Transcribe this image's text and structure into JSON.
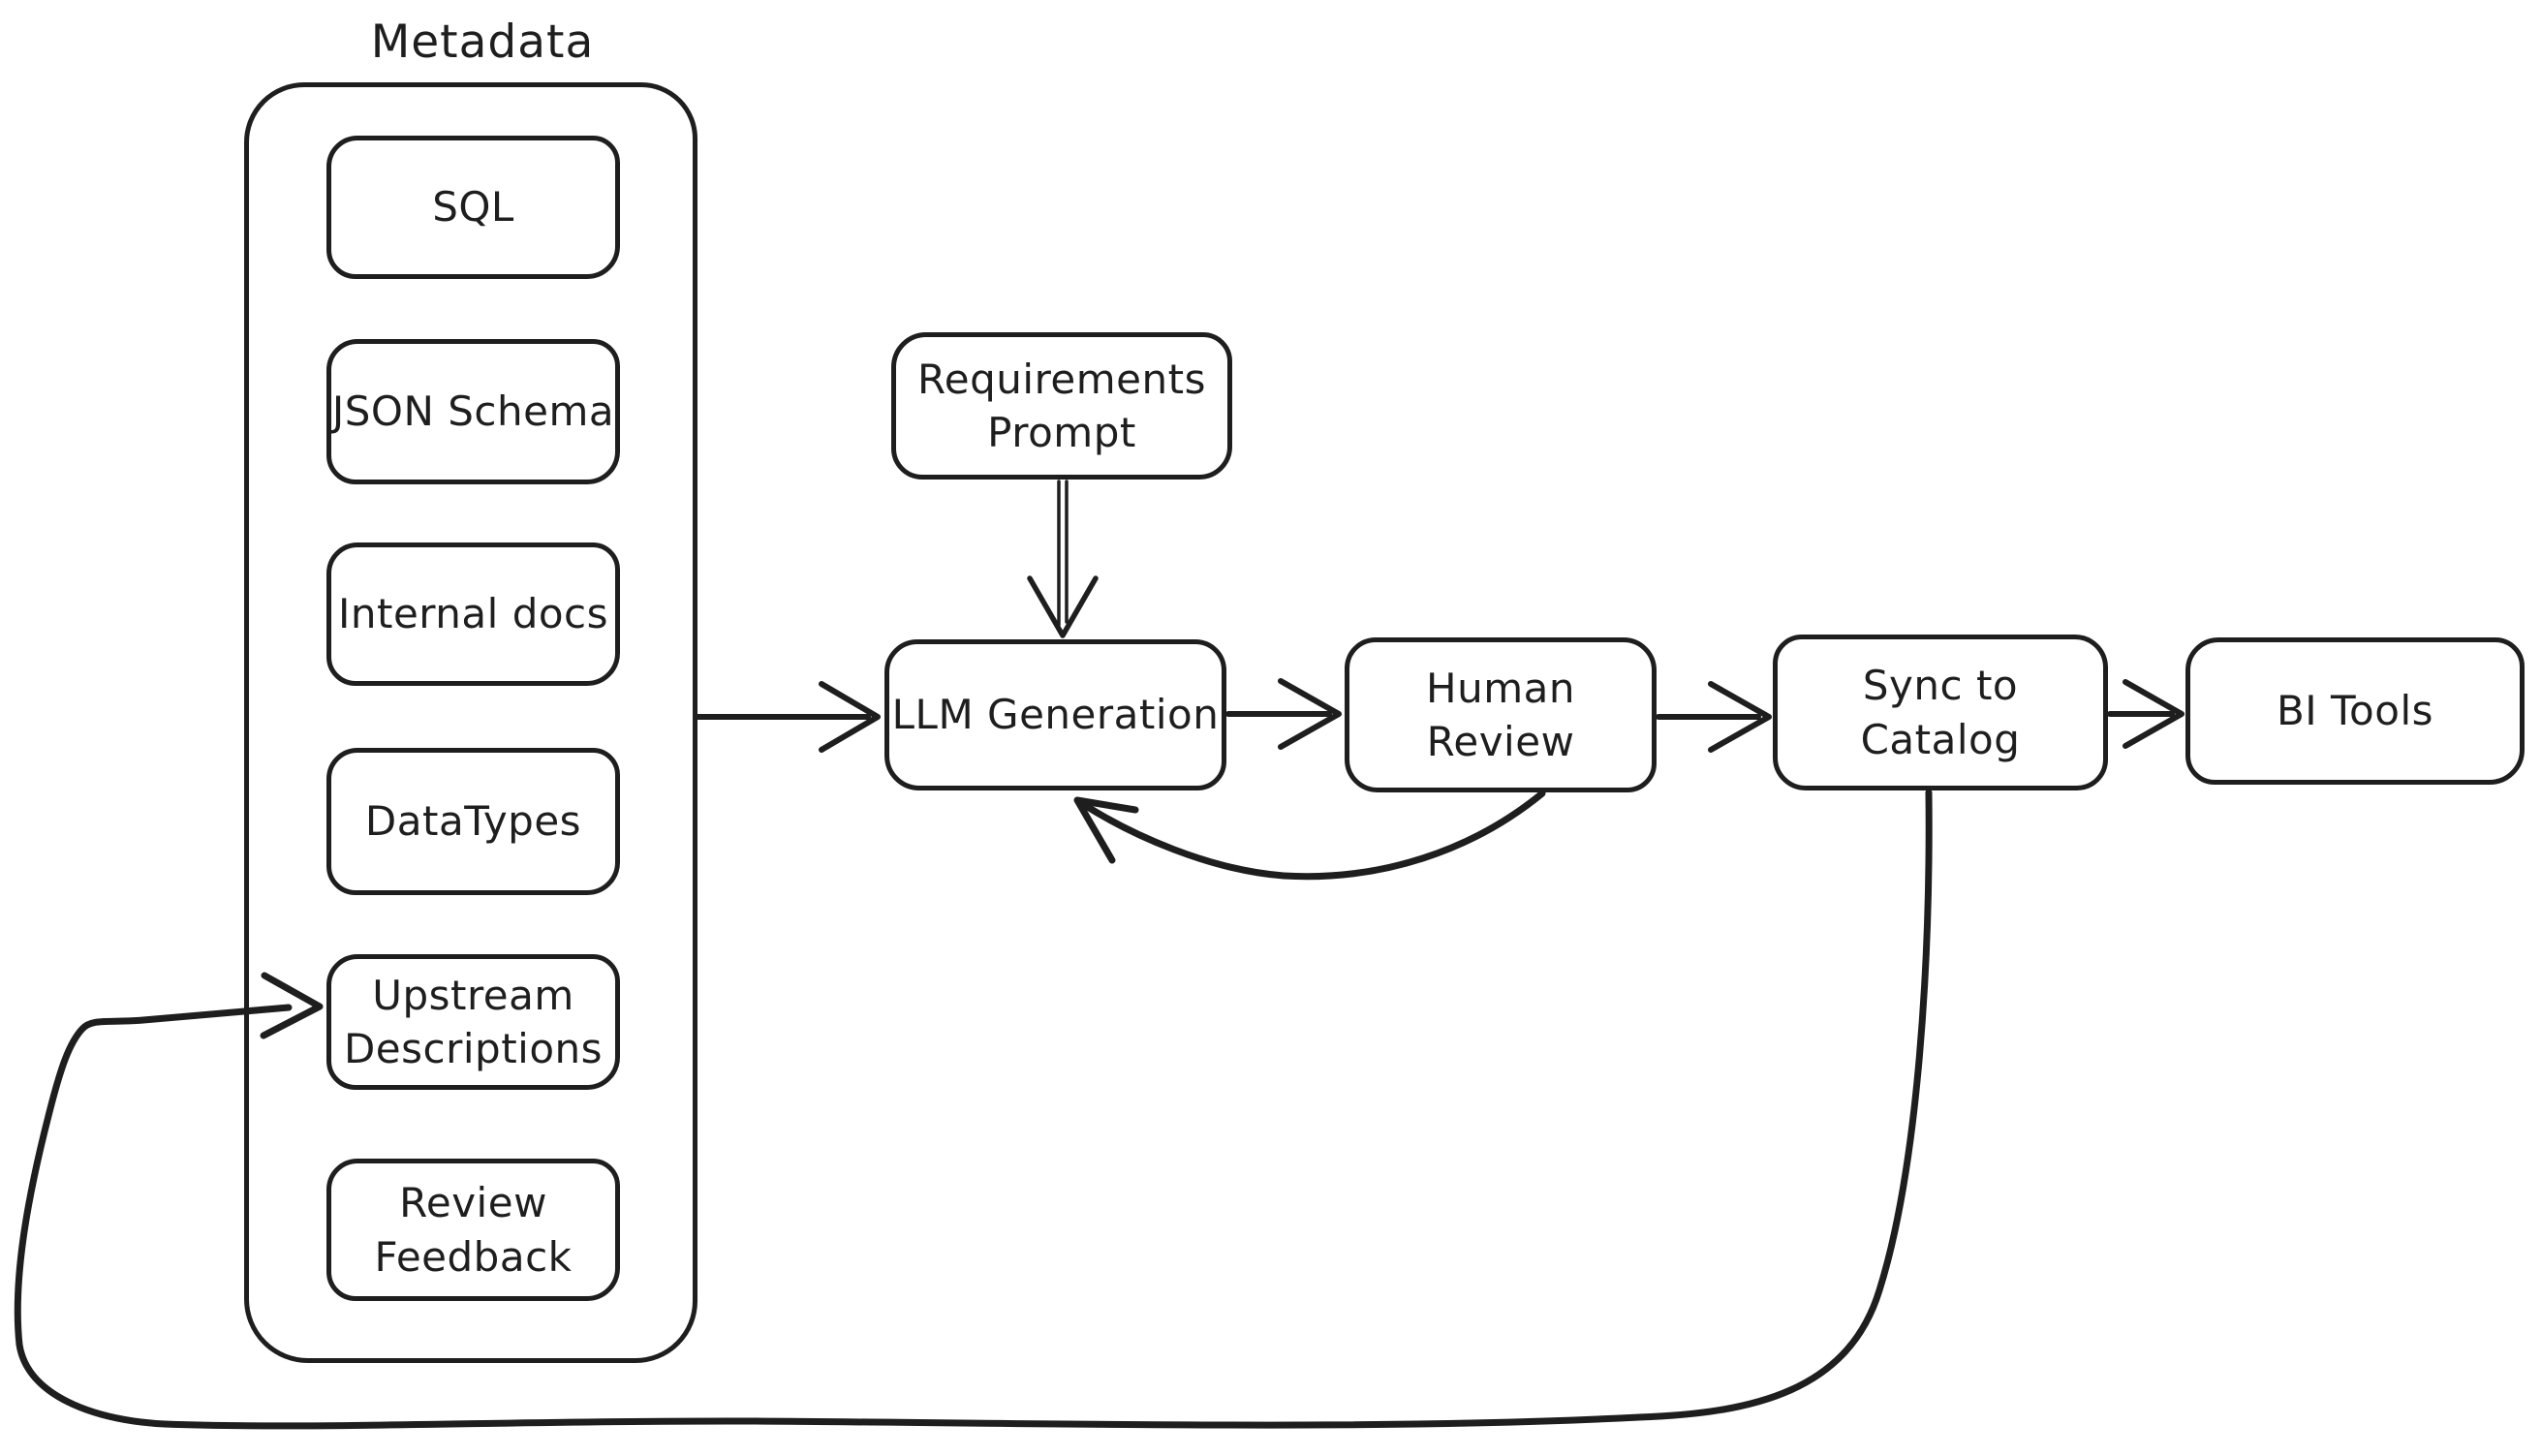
{
  "diagram": {
    "colors": {
      "stroke": "#1e1e1e",
      "background": "#ffffff"
    },
    "group": {
      "title": "Metadata",
      "items": [
        {
          "id": "sql",
          "label": "SQL"
        },
        {
          "id": "json-schema",
          "label": "JSON Schema"
        },
        {
          "id": "internal-docs",
          "label": "Internal docs"
        },
        {
          "id": "datatypes",
          "label": "DataTypes"
        },
        {
          "id": "upstream-descriptions",
          "label": "Upstream\nDescriptions"
        },
        {
          "id": "review-feedback",
          "label": "Review\nFeedback"
        }
      ]
    },
    "nodes": [
      {
        "id": "requirements-prompt",
        "label": "Requirements\nPrompt"
      },
      {
        "id": "llm-generation",
        "label": "LLM Generation"
      },
      {
        "id": "human-review",
        "label": "Human Review"
      },
      {
        "id": "sync-to-catalog",
        "label": "Sync to Catalog"
      },
      {
        "id": "bi-tools",
        "label": "BI Tools"
      }
    ],
    "edges": [
      {
        "from": "metadata-group",
        "to": "llm-generation",
        "style": "straight"
      },
      {
        "from": "requirements-prompt",
        "to": "llm-generation",
        "style": "straight"
      },
      {
        "from": "llm-generation",
        "to": "human-review",
        "style": "straight"
      },
      {
        "from": "human-review",
        "to": "llm-generation",
        "style": "feedback-curve"
      },
      {
        "from": "human-review",
        "to": "sync-to-catalog",
        "style": "straight"
      },
      {
        "from": "sync-to-catalog",
        "to": "bi-tools",
        "style": "straight"
      },
      {
        "from": "sync-to-catalog",
        "to": "upstream-descriptions",
        "style": "feedback-loop"
      }
    ]
  }
}
